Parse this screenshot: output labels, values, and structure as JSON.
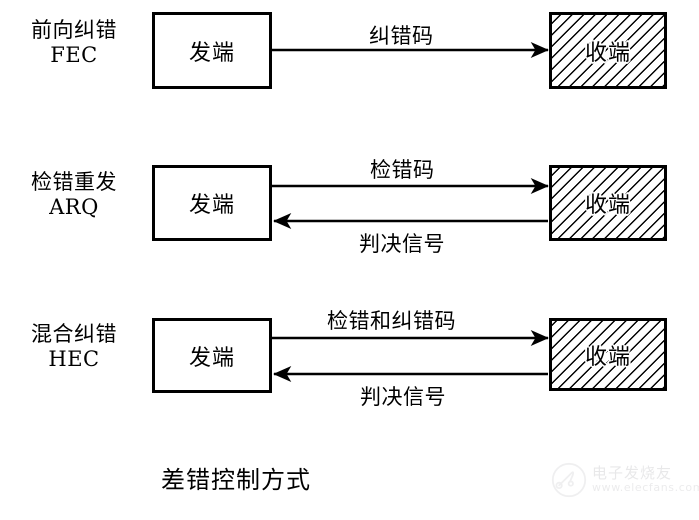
{
  "diagram": {
    "caption": "差错控制方式",
    "rows": [
      {
        "id": "fec",
        "label_cn": "前向纠错",
        "label_abbr": "FEC",
        "sender": "发端",
        "receiver": "收端",
        "edges": [
          {
            "label": "纠错码",
            "direction": "forward"
          }
        ]
      },
      {
        "id": "arq",
        "label_cn": "检错重发",
        "label_abbr": "ARQ",
        "sender": "发端",
        "receiver": "收端",
        "edges": [
          {
            "label": "检错码",
            "direction": "forward"
          },
          {
            "label": "判决信号",
            "direction": "backward"
          }
        ]
      },
      {
        "id": "hec",
        "label_cn": "混合纠错",
        "label_abbr": "HEC",
        "sender": "发端",
        "receiver": "收端",
        "edges": [
          {
            "label": "检错和纠错码",
            "direction": "forward"
          },
          {
            "label": "判决信号",
            "direction": "backward"
          }
        ]
      }
    ]
  },
  "watermark": {
    "brand": "电子发烧友",
    "url": "www.elecfans.com"
  },
  "colors": {
    "stroke": "#000000",
    "background": "#ffffff",
    "watermark_text": "#b9b9bd"
  }
}
